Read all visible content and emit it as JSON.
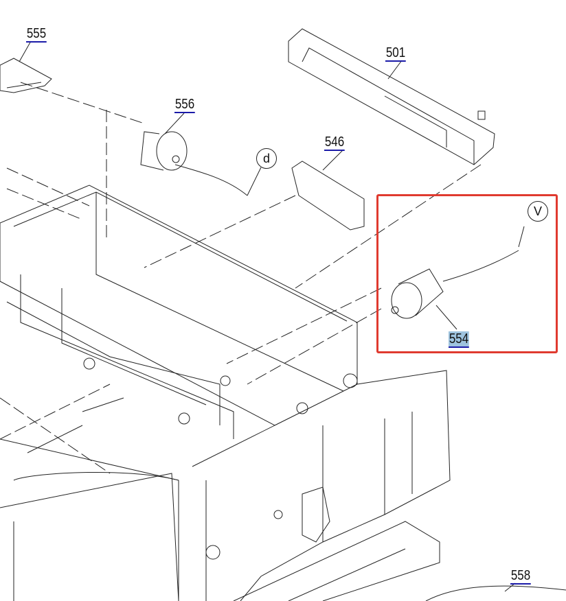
{
  "diagram": {
    "part_labels": {
      "p555": "555",
      "p556": "556",
      "p501": "501",
      "p546": "546",
      "p554": "554",
      "p558": "558"
    },
    "connector_refs": {
      "d": "d",
      "v": "V"
    },
    "selected_part": "554",
    "highlight_color": "#e03a2f"
  }
}
